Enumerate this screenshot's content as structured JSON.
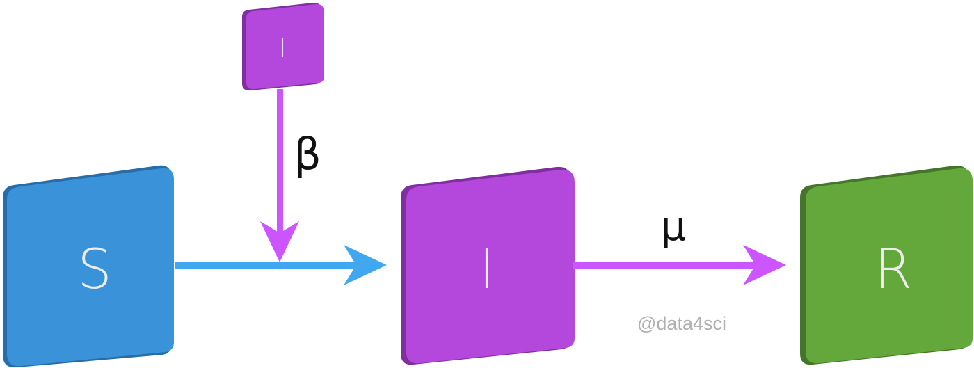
{
  "nodes": {
    "susceptible": {
      "label": "S",
      "face_color": "#3a93d8",
      "side_color": "#276ea8"
    },
    "infected": {
      "label": "I",
      "face_color": "#b548dc",
      "side_color": "#7f2f9e"
    },
    "infected_source": {
      "label": "I",
      "face_color": "#b548dc",
      "side_color": "#7f2f9e"
    },
    "recovered": {
      "label": "R",
      "face_color": "#64a73b",
      "side_color": "#45752a"
    }
  },
  "edges": {
    "infection": {
      "label": "β",
      "color": "#cc55ff"
    },
    "s_to_i": {
      "color": "#41a8f0"
    },
    "recovery": {
      "label": "μ",
      "color": "#cc55ff"
    }
  },
  "watermark": "@data4sci"
}
